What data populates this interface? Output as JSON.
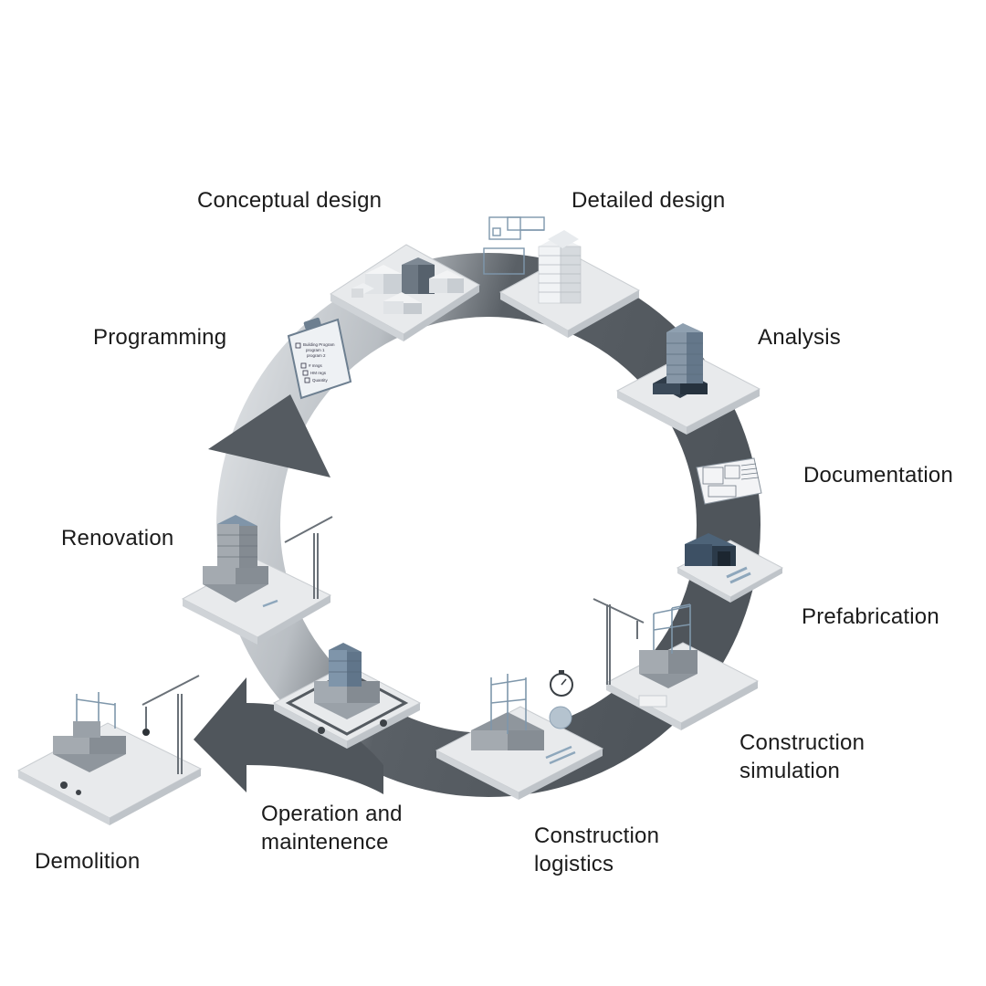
{
  "stages": {
    "conceptual_design": "Conceptual design",
    "detailed_design": "Detailed design",
    "programming": "Programming",
    "analysis": "Analysis",
    "documentation": "Documentation",
    "renovation": "Renovation",
    "prefabrication": "Prefabrication",
    "construction_simulation": [
      "Construction",
      "simulation"
    ],
    "operation_maintenance": [
      "Operation and",
      "maintenence"
    ],
    "construction_logistics": [
      "Construction",
      "logistics"
    ],
    "demolition": "Demolition"
  },
  "clipboard_items": [
    "Building Program",
    "program 1",
    "program 2",
    "# mngs",
    "HM regs",
    "Quantity"
  ],
  "colors": {
    "ring_dark": "#4f555b",
    "ring_light": "#d7dadd",
    "platform": "#e6e8ea",
    "building_gray": "#9da3a9",
    "building_blue": "#7f96ab",
    "building_dark": "#3c4b5a",
    "crane": "#6e757c"
  },
  "icons": [
    "clipboard-icon",
    "stopwatch-icon",
    "crane-icon",
    "blueprint-icon",
    "floor-plan-icon"
  ]
}
